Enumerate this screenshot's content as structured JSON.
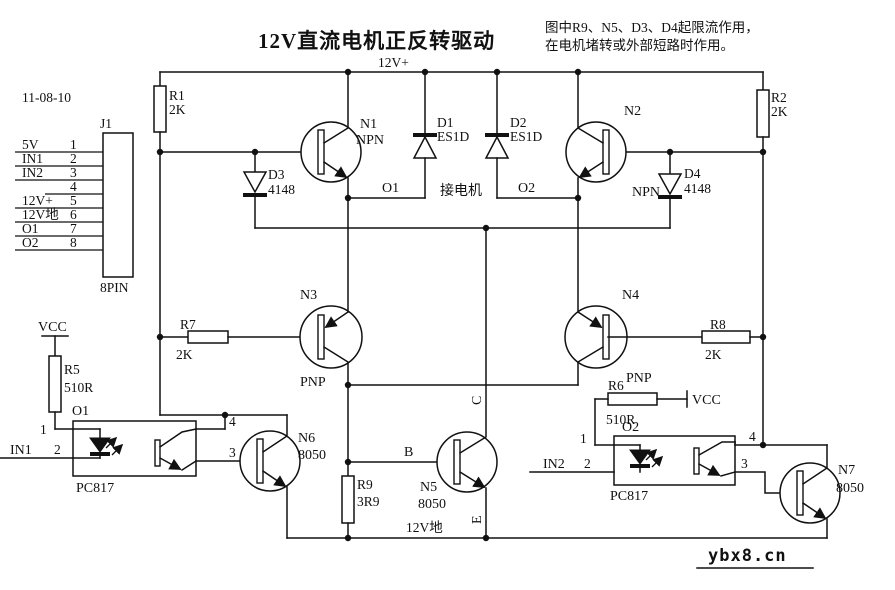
{
  "title": "12V直流电机正反转驱动",
  "note": {
    "line1": "图中R9、N5、D3、D4起限流作用，",
    "line2": "在电机堵转或外部短路时作用。"
  },
  "date": "11-08-10",
  "watermark": "ybx8.cn",
  "nets": {
    "v12_plus": "12V+",
    "v12_gnd": "12V地",
    "vcc": "VCC",
    "o1": "O1",
    "o2": "O2",
    "in1": "IN1",
    "in2": "IN2",
    "motor": "接电机",
    "base": "B",
    "collector": "C",
    "emitter": "E"
  },
  "connector": {
    "ref": "J1",
    "type": "8PIN",
    "pins": [
      {
        "num": "1",
        "net": "5V"
      },
      {
        "num": "2",
        "net": "IN1"
      },
      {
        "num": "3",
        "net": "IN2"
      },
      {
        "num": "4",
        "net": ""
      },
      {
        "num": "5",
        "net": "12V+"
      },
      {
        "num": "6",
        "net": "12V地"
      },
      {
        "num": "7",
        "net": "O1"
      },
      {
        "num": "8",
        "net": "O2"
      }
    ]
  },
  "components": {
    "r1": {
      "ref": "R1",
      "value": "2K"
    },
    "r2": {
      "ref": "R2",
      "value": "2K"
    },
    "r5": {
      "ref": "R5",
      "value": "510R"
    },
    "r6": {
      "ref": "R6",
      "value": "510R"
    },
    "r7": {
      "ref": "R7",
      "value": "2K"
    },
    "r8": {
      "ref": "R8",
      "value": "2K"
    },
    "r9": {
      "ref": "R9",
      "value": "3R9"
    },
    "d1": {
      "ref": "D1",
      "value": "ES1D"
    },
    "d2": {
      "ref": "D2",
      "value": "ES1D"
    },
    "d3": {
      "ref": "D3",
      "value": "4148"
    },
    "d4": {
      "ref": "D4",
      "value": "4148"
    },
    "n1": {
      "ref": "N1",
      "type": "NPN"
    },
    "n2": {
      "ref": "N2",
      "type": "NPN"
    },
    "n3": {
      "ref": "N3",
      "type": "PNP"
    },
    "n4": {
      "ref": "N4",
      "type": "PNP"
    },
    "n5": {
      "ref": "N5",
      "value": "8050"
    },
    "n6": {
      "ref": "N6",
      "value": "8050"
    },
    "n7": {
      "ref": "N7",
      "value": "8050"
    },
    "opto1": {
      "ref": "PC817",
      "pin1": "1",
      "pin2": "2",
      "pin3": "3",
      "pin4": "4"
    },
    "opto2": {
      "ref": "PC817",
      "pin1": "1",
      "pin2": "2",
      "pin3": "3",
      "pin4": "4"
    }
  }
}
